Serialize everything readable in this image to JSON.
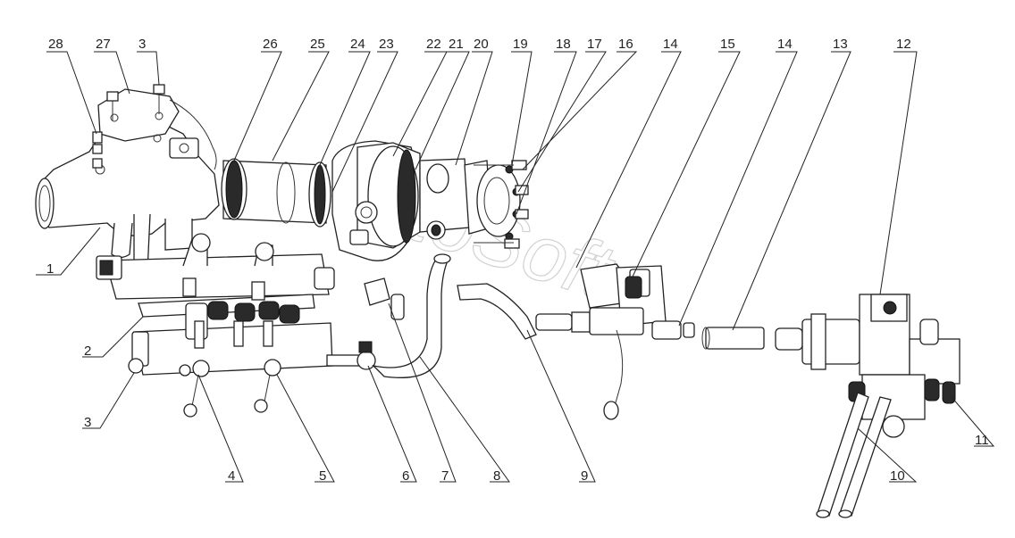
{
  "diagram": {
    "callouts": {
      "c1": "1",
      "c2": "2",
      "c3a": "3",
      "c3b": "3",
      "c4": "4",
      "c5": "5",
      "c6": "6",
      "c7": "7",
      "c8": "8",
      "c9": "9",
      "c10": "10",
      "c11": "11",
      "c12": "12",
      "c13": "13",
      "c14a": "14",
      "c14b": "14",
      "c15": "15",
      "c16": "16",
      "c17": "17",
      "c18": "18",
      "c19": "19",
      "c20": "20",
      "c21": "21",
      "c22": "22",
      "c23": "23",
      "c24": "24",
      "c25": "25",
      "c26": "26",
      "c27": "27",
      "c28": "28"
    },
    "watermark": "AutoSoft"
  }
}
